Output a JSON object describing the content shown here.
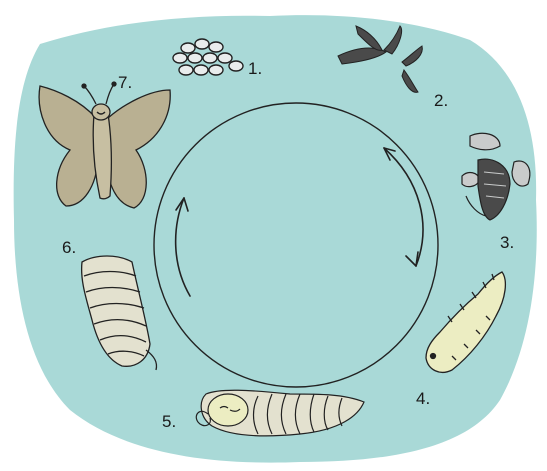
{
  "colors": {
    "background_blob": "#a9d9d7",
    "stroke": "#222222",
    "egg_fill": "#e9ecec",
    "larva_dark": "#4a4a4a",
    "larva_light": "#c9cbcb",
    "caterpillar_fill": "#ecedc2",
    "cocoon_fill": "#e3e1cf",
    "moth_fill": "#b9b092"
  },
  "stages": [
    {
      "number_label": "1.",
      "icon": "egg-cluster-icon"
    },
    {
      "number_label": "2.",
      "icon": "hatchling-larvae-icon"
    },
    {
      "number_label": "3.",
      "icon": "molting-larva-icon"
    },
    {
      "number_label": "4.",
      "icon": "silkworm-caterpillar-icon"
    },
    {
      "number_label": "5.",
      "icon": "spinning-caterpillar-icon"
    },
    {
      "number_label": "6.",
      "icon": "cocoon-icon"
    },
    {
      "number_label": "7.",
      "icon": "moth-icon"
    }
  ],
  "cycle_arrows": [
    "clockwise-arrow-icon",
    "clockwise-arrow-icon"
  ]
}
